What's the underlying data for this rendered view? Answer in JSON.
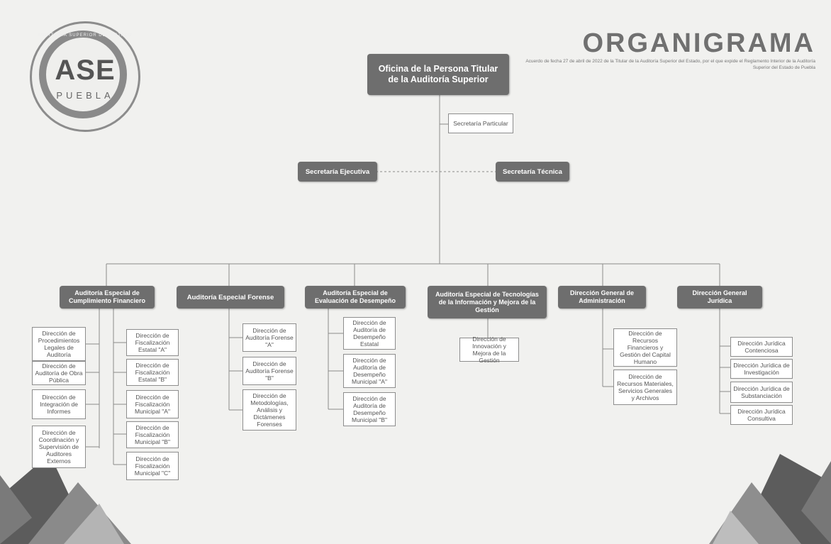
{
  "logo": {
    "text": "ASE",
    "subtext": "PUEBLA",
    "ring_text": "AUDITORÍA SUPERIOR DEL ESTADO"
  },
  "header": {
    "title": "ORGANIGRAMA",
    "subtitle": "Acuerdo de fecha 27 de abril de 2022 de la Titular de la Auditoría Superior del Estado, por el que expide el Reglamento Interior de la Auditoría Superior del Estado de Puebla"
  },
  "top": {
    "titular": "Oficina de la Persona Titular de la Auditoría Superior",
    "particular": "Secretaría Particular",
    "ejecutiva": "Secretaría Ejecutiva",
    "tecnica": "Secretaría Técnica"
  },
  "areas": {
    "cumplimiento": {
      "title": "Auditoría Especial de Cumplimiento Financiero",
      "left": [
        "Dirección de Procedimientos Legales de Auditoría",
        "Dirección de Auditoría de Obra Pública",
        "Dirección de Integración de Informes",
        "Dirección de Coordinación y Supervisión de Auditores Externos"
      ],
      "right": [
        "Dirección de Fiscalización Estatal \"A\"",
        "Dirección de Fiscalización Estatal \"B\"",
        "Dirección de Fiscalización Municipal \"A\"",
        "Dirección de Fiscalización Municipal \"B\"",
        "Dirección de Fiscalización Municipal \"C\""
      ]
    },
    "forense": {
      "title": "Auditoría Especial Forense",
      "items": [
        "Dirección de Auditoría Forense \"A\"",
        "Dirección de Auditoría Forense \"B\"",
        "Dirección de Metodologías, Análisis y Dictámenes Forenses"
      ]
    },
    "desempeno": {
      "title": "Auditoría Especial de Evaluación de Desempeño",
      "items": [
        "Dirección de Auditoría de Desempeño Estatal",
        "Dirección de Auditoría de Desempeño Municipal \"A\"",
        "Dirección de Auditoría de Desempeño Municipal \"B\""
      ]
    },
    "tecnologias": {
      "title": "Auditoría Especial de Tecnologías de la Información y Mejora de la Gestión",
      "items": [
        "Dirección de Innovación y Mejora de la Gestión"
      ]
    },
    "administracion": {
      "title": "Dirección General de Administración",
      "items": [
        "Dirección de Recursos Financieros y Gestión del Capital Humano",
        "Dirección de Recursos Materiales, Servicios Generales y Archivos"
      ]
    },
    "juridica": {
      "title": "Dirección General Jurídica",
      "items": [
        "Dirección Jurídica Contenciosa",
        "Dirección Jurídica de Investigación",
        "Dirección Jurídica de Substanciación",
        "Dirección Jurídica Consultiva"
      ]
    }
  },
  "colors": {
    "box_dark": "#6e6e6e",
    "line": "#8a8a8a",
    "background": "#f1f1ef",
    "title": "#707070"
  }
}
